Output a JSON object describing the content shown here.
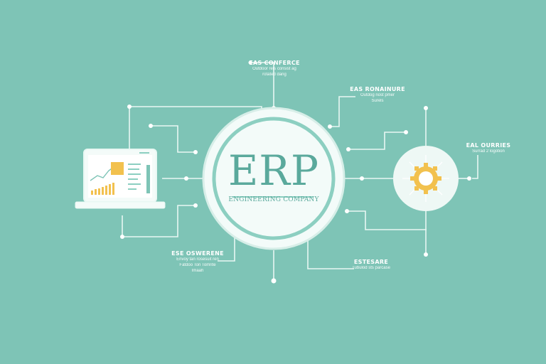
{
  "colors": {
    "background": "#7ec4b6",
    "line": "#e8f7f3",
    "hub_fill": "#f3fbf9",
    "hub_text": "#5aa99c",
    "accent_yellow": "#f2c14e"
  },
  "hub": {
    "title": "ERP",
    "subtitle": "ENGINEERING COMPANY"
  },
  "labels": {
    "top": {
      "title": "EAS CONFERCE",
      "lines": [
        "Outdoor reis consist ag",
        "rotated dang"
      ]
    },
    "top_right": {
      "title": "EAS RONAINURE",
      "lines": [
        "Outdog nost pmer",
        "Surels"
      ]
    },
    "right": {
      "title": "EAL OURRIES",
      "lines": [
        "Surrad 2 logotion"
      ]
    },
    "bottom_left": {
      "title": "ESE OSWERENE",
      "lines": [
        "Envoy tan rosesuit ren",
        "Fatdoo Ton Tomrite",
        "Imaah"
      ]
    },
    "bottom_right": {
      "title": "ESTESARE",
      "lines": [
        "Tubulod sts parcase"
      ]
    }
  },
  "icons": {
    "laptop": "laptop-dashboard-icon",
    "gear": "gear-icon"
  }
}
